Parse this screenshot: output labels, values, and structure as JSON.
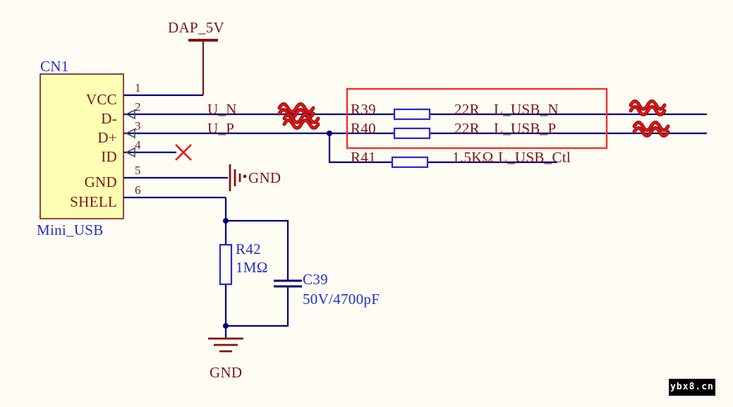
{
  "sheet": {
    "watermark": "ybx8.cn"
  },
  "power_rail": {
    "label": "DAP_5V"
  },
  "connector": {
    "designator": "CN1",
    "part_name": "Mini_USB",
    "pins": [
      {
        "number": "1",
        "name": "VCC"
      },
      {
        "number": "2",
        "name": "D-"
      },
      {
        "number": "3",
        "name": "D+"
      },
      {
        "number": "4",
        "name": "ID"
      },
      {
        "number": "5",
        "name": "GND"
      },
      {
        "number": "6",
        "name": "SHELL"
      }
    ]
  },
  "net_labels": {
    "u_n": "U_N",
    "u_p": "U_P",
    "l_usb_n": "L_USB_N",
    "l_usb_p": "L_USB_P",
    "l_usb_ctl": "L_USB_Ctl"
  },
  "resistors": [
    {
      "designator": "R39",
      "value": "22R"
    },
    {
      "designator": "R40",
      "value": "22R"
    },
    {
      "designator": "R41",
      "value": "1.5KΩ"
    },
    {
      "designator": "R42",
      "value": "1MΩ"
    }
  ],
  "capacitors": [
    {
      "designator": "C39",
      "value": "50V/4700pF"
    }
  ],
  "grounds": {
    "pin5_label": "GND",
    "bottom_label": "GND"
  },
  "colors": {
    "wire": "#00007f",
    "power_text": "#7d1414",
    "component_outline": "#2525d8",
    "designator_blue": "#2430c8",
    "annotation_red": "#f03030",
    "connector_fill": "#ffffb3"
  }
}
